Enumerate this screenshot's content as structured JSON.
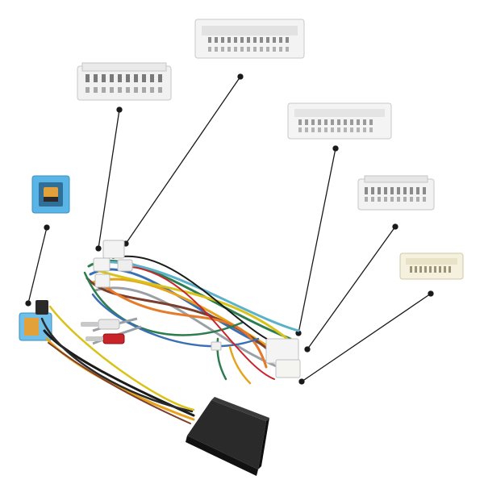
{
  "scene": {
    "description_hidden": "",
    "background": "#ffffff",
    "connectors": [
      {
        "id": "blue-connector-2pin",
        "color": "#5ab4e6"
      },
      {
        "id": "white-connector-a",
        "color": "#f2f2f2"
      },
      {
        "id": "white-connector-b",
        "color": "#f4f4f4"
      },
      {
        "id": "white-connector-c",
        "color": "#f4f4f0"
      },
      {
        "id": "white-connector-d",
        "color": "#f4f4f4"
      },
      {
        "id": "cream-connector-e",
        "color": "#f4f0dc"
      }
    ],
    "rca_plugs": [
      {
        "id": "rca-red",
        "color": "#c8242a"
      },
      {
        "id": "rca-white",
        "color": "#e8e8e8"
      }
    ],
    "module_box": {
      "id": "decoder-box",
      "color": "#1c1c1c"
    },
    "wire_colors": [
      "#e8a21c",
      "#2e7d4f",
      "#3a6fb5",
      "#7c3f2c",
      "#9aa0a6",
      "#d9c21a",
      "#1b1b1b",
      "#c8242a",
      "#5bb1c9",
      "#e77a2a"
    ]
  }
}
